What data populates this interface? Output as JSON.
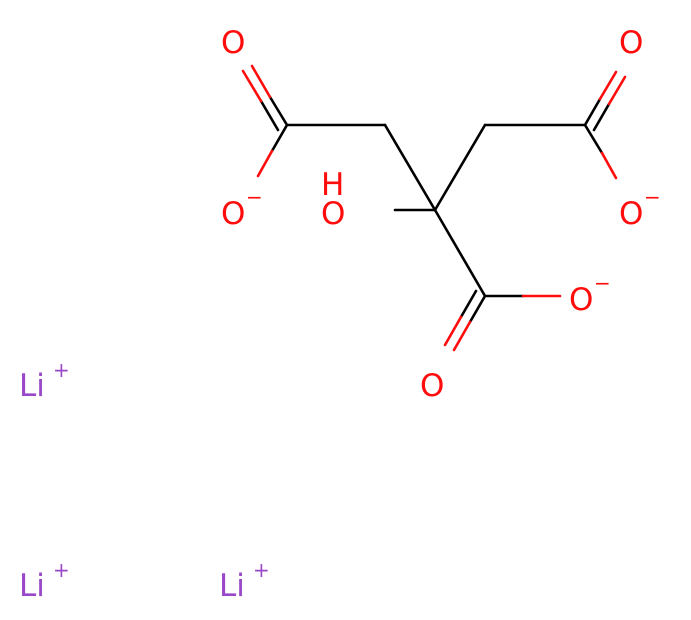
{
  "colors": {
    "carbon_bond": "#000000",
    "oxygen": "#ff0d0d",
    "lithium": "#9a48c9"
  },
  "atoms": {
    "o_top_left_double": "O",
    "o_top_left_minus": "O",
    "o_top_left_minus_charge": "−",
    "hydroxyl_h": "H",
    "hydroxyl_o": "O",
    "o_top_right_double": "O",
    "o_top_right_minus": "O",
    "o_top_right_minus_charge": "−",
    "o_mid_right_minus": "O",
    "o_mid_right_minus_charge": "−",
    "o_bottom_double": "O",
    "li_1": "Li",
    "li_1_charge": "+",
    "li_2": "Li",
    "li_2_charge": "+",
    "li_3": "Li",
    "li_3_charge": "+"
  }
}
